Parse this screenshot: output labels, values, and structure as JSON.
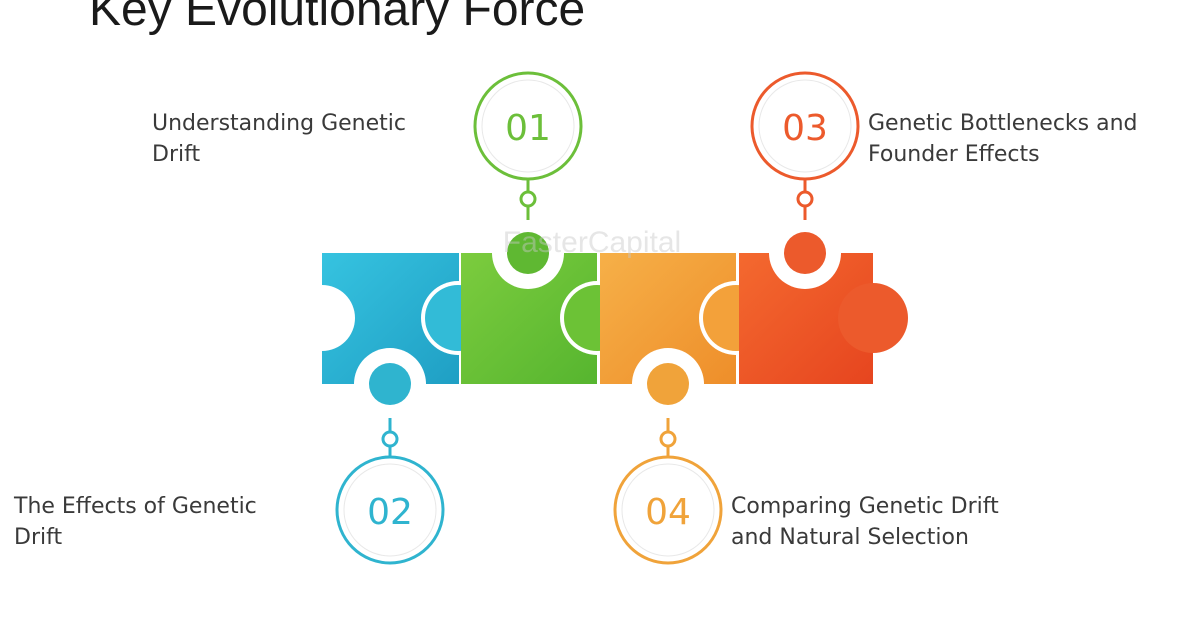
{
  "title": "Key Evolutionary Force",
  "steps": [
    {
      "number": "01",
      "label_line1": "Understanding Genetic",
      "label_line2": "Drift",
      "color": "#6cbf3a"
    },
    {
      "number": "02",
      "label_line1": "The Effects of Genetic",
      "label_line2": "Drift",
      "color": "#2fb4cf"
    },
    {
      "number": "03",
      "label_line1": "Genetic Bottlenecks and",
      "label_line2": "Founder Effects",
      "color": "#ec5a2c"
    },
    {
      "number": "04",
      "label_line1": "Comparing Genetic Drift",
      "label_line2": "and Natural Selection",
      "color": "#f0a33a"
    }
  ],
  "watermark": "FasterCapital"
}
